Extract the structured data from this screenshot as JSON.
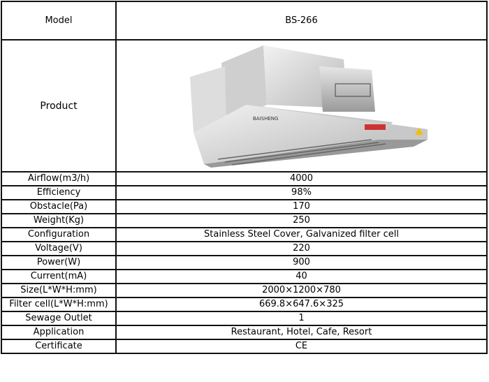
{
  "header": {
    "label": "Model",
    "value": "BS-266"
  },
  "product": {
    "label": "Product",
    "image_icon": "range-hood-image",
    "brand": "BAISHENG"
  },
  "specs": [
    {
      "label": "Airflow(m3/h)",
      "value": "4000"
    },
    {
      "label": "Efficiency",
      "value": "98%"
    },
    {
      "label": "Obstacle(Pa)",
      "value": "170"
    },
    {
      "label": "Weight(Kg)",
      "value": "250"
    },
    {
      "label": "Configuration",
      "value": "Stainless Steel Cover, Galvanized filter cell"
    },
    {
      "label": "Voltage(V)",
      "value": "220"
    },
    {
      "label": "Power(W)",
      "value": "900"
    },
    {
      "label": "Current(mA)",
      "value": "40"
    },
    {
      "label": "Size(L*W*H:mm)",
      "value": "2000×1200×780"
    },
    {
      "label": "Filter cell(L*W*H:mm)",
      "value": "669.8×647.6×325"
    },
    {
      "label": "Sewage Outlet",
      "value": "1"
    },
    {
      "label": "Application",
      "value": "Restaurant, Hotel, Cafe, Resort"
    },
    {
      "label": "Certificate",
      "value": "CE"
    }
  ]
}
